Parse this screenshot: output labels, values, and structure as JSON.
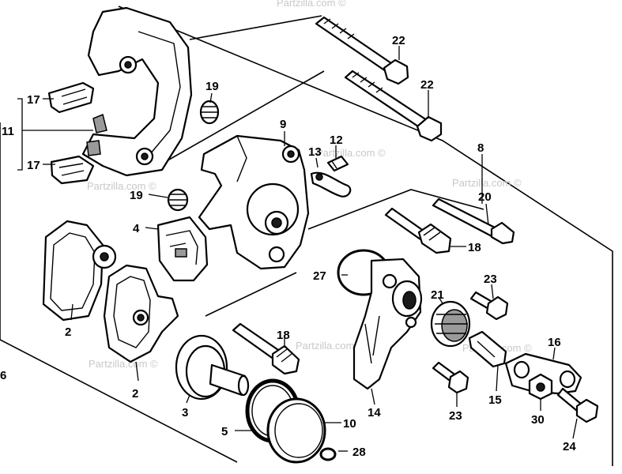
{
  "watermark": "Partzilla.com ©",
  "callouts": {
    "c2a": "2",
    "c2b": "2",
    "c3": "3",
    "c4": "4",
    "c5": "5",
    "c6": "6",
    "c8": "8",
    "c9": "9",
    "c10": "10",
    "c11": "11",
    "c12": "12",
    "c13": "13",
    "c14": "14",
    "c15": "15",
    "c16": "16",
    "c17a": "17",
    "c17b": "17",
    "c18a": "18",
    "c18b": "18",
    "c19a": "19",
    "c19b": "19",
    "c20": "20",
    "c21": "21",
    "c22a": "22",
    "c22b": "22",
    "c23a": "23",
    "c23b": "23",
    "c24": "24",
    "c27": "27",
    "c28": "28",
    "c30": "30"
  }
}
